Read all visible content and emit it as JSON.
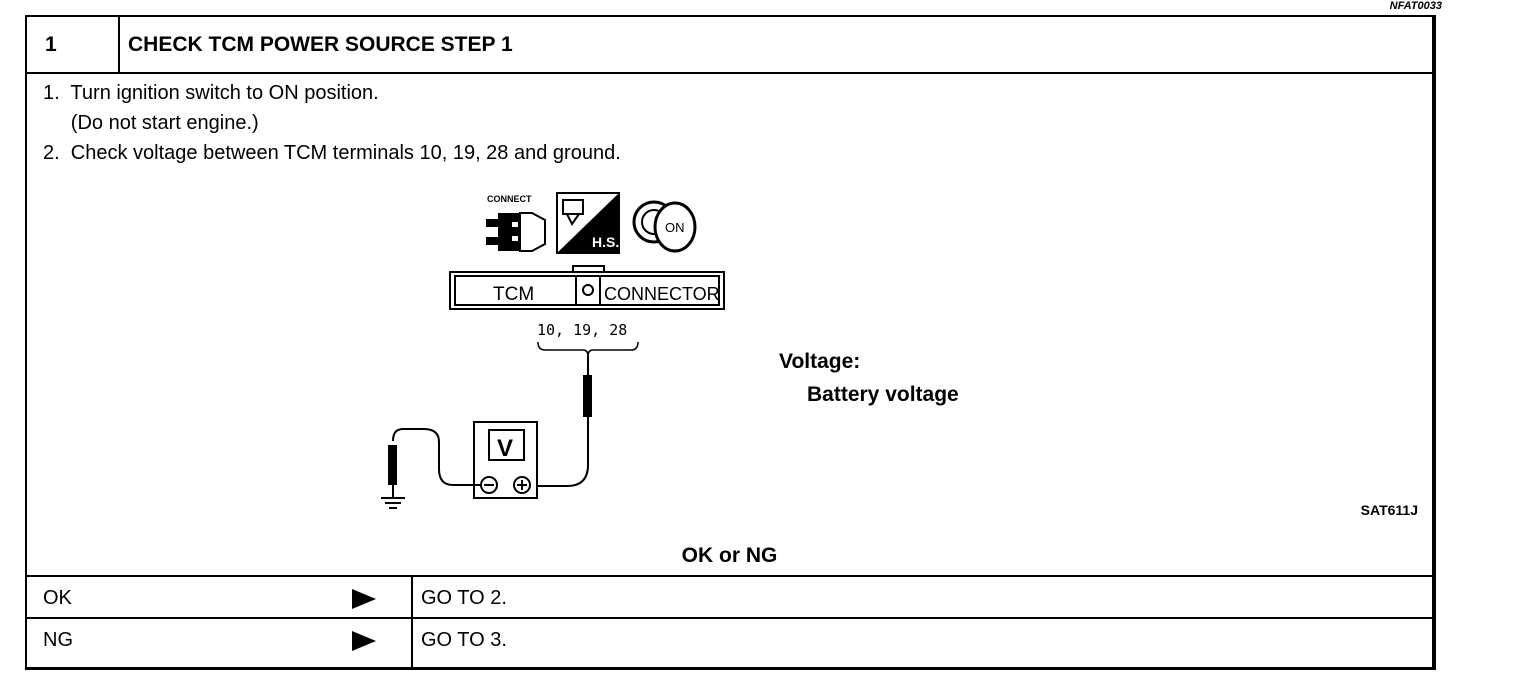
{
  "doc_code": "NFAT0033",
  "step": {
    "number": "1",
    "title": "CHECK TCM POWER SOURCE STEP 1"
  },
  "instructions": [
    "1.  Turn ignition switch to ON position.",
    "     (Do not start engine.)",
    "2.  Check voltage between TCM terminals 10, 19, 28 and ground."
  ],
  "diagram": {
    "icon_connect_label": "CONNECT",
    "icon_hs_label": "H.S.",
    "icon_ignition_label": "ON",
    "connector_left_label": "TCM",
    "connector_right_label": "CONNECTOR",
    "terminals": "10, 19, 28",
    "meter_label": "V",
    "figure_id": "SAT611J"
  },
  "spec": {
    "label": "Voltage:",
    "value": "Battery  voltage"
  },
  "result": {
    "question": "OK or NG",
    "rows": [
      {
        "key": "OK",
        "action": "GO TO 2."
      },
      {
        "key": "NG",
        "action": "GO TO 3."
      }
    ]
  }
}
